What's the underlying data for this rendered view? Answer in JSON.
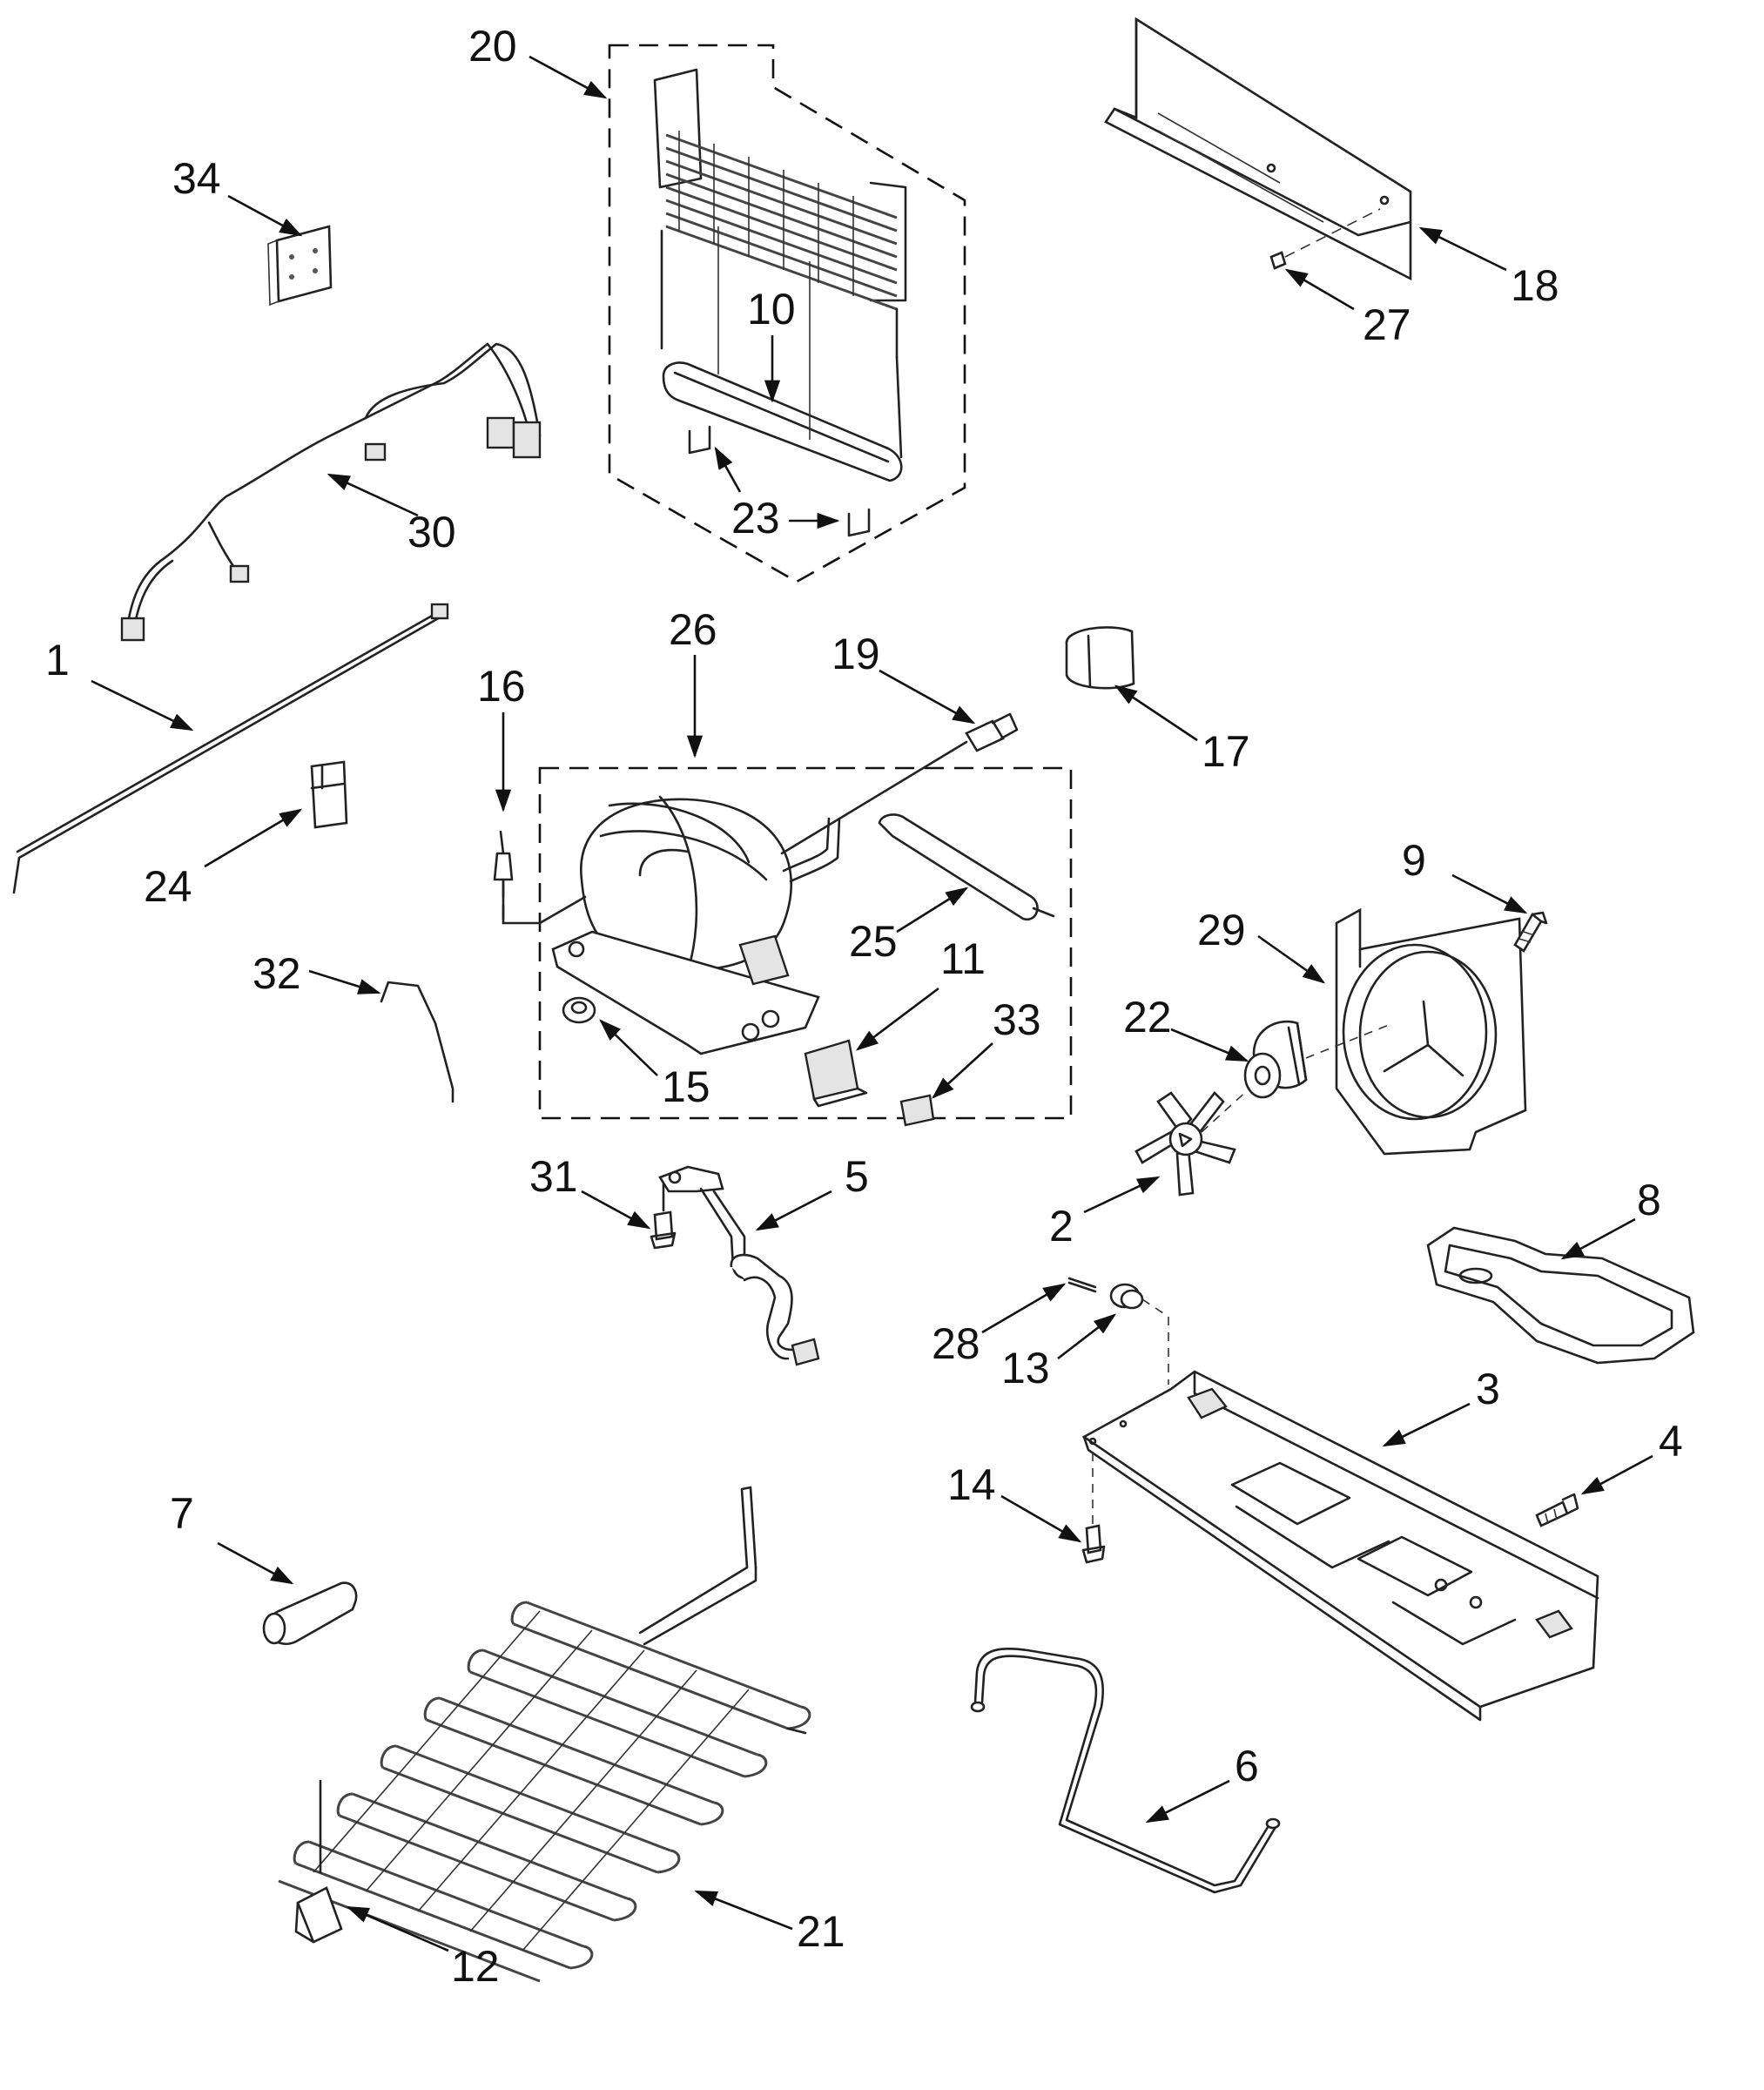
{
  "labels": {
    "p1": "1",
    "p2": "2",
    "p3": "3",
    "p4": "4",
    "p5": "5",
    "p6": "6",
    "p7": "7",
    "p8": "8",
    "p9": "9",
    "p10": "10",
    "p11": "11",
    "p12": "12",
    "p13": "13",
    "p14": "14",
    "p15": "15",
    "p16": "16",
    "p17": "17",
    "p18": "18",
    "p19": "19",
    "p20": "20",
    "p21": "21",
    "p22": "22",
    "p23a": "23",
    "p24": "24",
    "p25": "25",
    "p26": "26",
    "p27": "27",
    "p28": "28",
    "p29": "29",
    "p30": "30",
    "p31": "31",
    "p32": "32",
    "p33": "33",
    "p34": "34"
  }
}
